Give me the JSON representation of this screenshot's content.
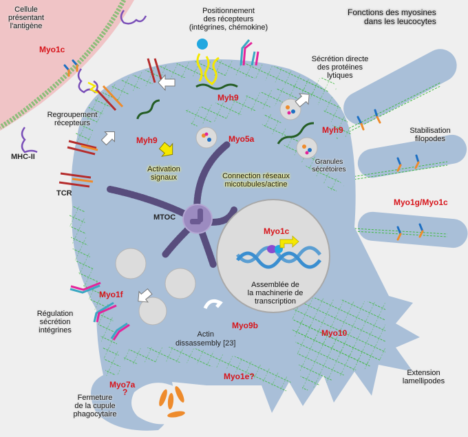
{
  "title": {
    "line1": "Fonctions des myosines",
    "line2": "dans les leucocytes"
  },
  "apc": {
    "line1": "Cellule",
    "line2": "présentant",
    "line3": "l'antigène"
  },
  "labels": {
    "positionnement": {
      "line1": "Positionnement",
      "line2": "des récepteurs",
      "line3": "(intégrines, chémokine)"
    },
    "secretion": {
      "line1": "Sécrétion directe",
      "line2": "des protéines",
      "line3": "lytiques"
    },
    "regroupement": {
      "line1": "Regroupement",
      "line2": "récepteurs"
    },
    "mhc": "MHC-II",
    "tcr": "TCR",
    "stabilisation": {
      "line1": "Stabilisation",
      "line2": "filopodes"
    },
    "granules": {
      "line1": "Granules",
      "line2": "sécrétoires"
    },
    "activation": {
      "line1": "Activation",
      "line2": "signaux"
    },
    "connection": {
      "line1": "Connection réseaux",
      "line2": "micotubules/actine"
    },
    "mtoc": "MTOC",
    "assemblee": {
      "line1": "Assemblée de",
      "line2": "la machinerie de",
      "line3": "transcription"
    },
    "regulation": {
      "line1": "Régulation",
      "line2": "sécrétion",
      "line3": "intégrines"
    },
    "actin": {
      "line1": "Actin",
      "line2": "dissassembly [23]"
    },
    "extension": {
      "line1": "Extension",
      "line2": "lamellipodes"
    },
    "fermeture": {
      "line1": "Fermeture",
      "line2": "de la cupule",
      "line3": "phagocytaire"
    }
  },
  "myosins": {
    "myo1c_apc": "Myo1c",
    "myh9_top": "Myh9",
    "myh9_left": "Myh9",
    "myh9_right": "Myh9",
    "myo5a": "Myo5a",
    "myo1g_myo1c": "Myo1g/Myo1c",
    "myo1c_nucleus": "Myo1c",
    "myo1f": "Myo1f",
    "myo9b": "Myo9b",
    "myo10": "Myo10",
    "myo7a": "Myo7a",
    "myo7a_q": "?",
    "myo1e": "Myo1e?"
  },
  "colors": {
    "background": "#efefef",
    "apc_cell": "#f0c4c6",
    "cell": "#a9bfd8",
    "actin": "#3db83d",
    "myosin_label": "#d7141a",
    "microtubule": "#4a3a6e",
    "nucleus": "#dcdcdc",
    "dna": "#3a8ed0",
    "integrin_a": "#e3249a",
    "integrin_b": "#3aa7c2",
    "arrow_yellow": "#f5e800",
    "highlight_yellow": "#fff36a"
  }
}
